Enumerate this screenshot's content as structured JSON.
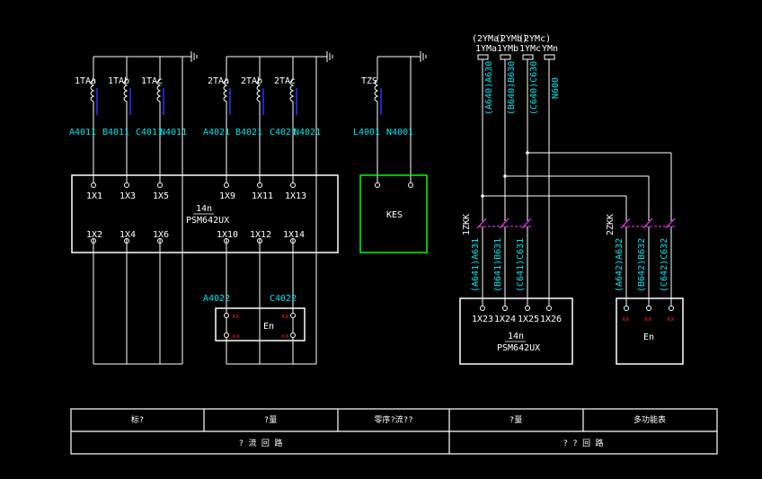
{
  "left": {
    "ct_groups": [
      {
        "coils": [
          "1TAa",
          "1TAb",
          "1TAc"
        ],
        "wires": [
          "A4011",
          "B4011",
          "C4011",
          "N4011"
        ]
      },
      {
        "coils": [
          "2TAa",
          "2TAb",
          "2TAc"
        ],
        "wires": [
          "A4021",
          "B4021",
          "C4021",
          "N4021"
        ]
      },
      {
        "coils": [
          "TZS"
        ],
        "wires": [
          "L4001",
          "N4001"
        ]
      }
    ],
    "device1": {
      "name": "14n",
      "model": "PSM642UX",
      "top_terminals": [
        "1X1",
        "1X3",
        "1X5",
        "1X9",
        "1X11",
        "1X13"
      ],
      "bottom_terminals": [
        "1X2",
        "1X4",
        "1X6",
        "1X10",
        "1X12",
        "1X14"
      ]
    },
    "kes_label": "KES",
    "en_box": {
      "label": "En",
      "left_wire": "A4022",
      "right_wire": "C4022",
      "marks": [
        "xx",
        "xx",
        "xx",
        "xx"
      ]
    }
  },
  "right": {
    "buses": [
      {
        "top": "(2YMa)",
        "bottom": "1YMa"
      },
      {
        "top": "(2YMb)",
        "bottom": "1YMb"
      },
      {
        "top": "(2YMc)",
        "bottom": "1YMc"
      },
      {
        "top": "",
        "bottom": "YMn"
      }
    ],
    "bus_wires": [
      "(A640)A630",
      "(B640)B630",
      "(C640)C630",
      "N600"
    ],
    "switch1": "1ZKK",
    "switch2": "2ZKK",
    "sw1_wires": [
      "(A641)A631",
      "(B641)B631",
      "(C641)C631"
    ],
    "sw2_wires": [
      "(A642)A632",
      "(B642)B632",
      "(C642)C632"
    ],
    "device2": {
      "name": "14n",
      "model": "PSM642UX",
      "terminals": [
        "1X23",
        "1X24",
        "1X25",
        "1X26"
      ]
    },
    "en2": {
      "label": "En",
      "marks": [
        "xx",
        "xx",
        "xx"
      ]
    }
  },
  "title_block": {
    "row1": [
      "标?",
      "?量",
      "零序?流??",
      "?量",
      "多功能表"
    ],
    "row2": [
      "?  流  回  路",
      "? ? 回 路"
    ]
  },
  "colors": {
    "line": "#ffffff",
    "label": "#00e5ee",
    "box_green": "#00ff00",
    "coil_blue": "#3030ff",
    "mark_red": "#ff2020"
  }
}
